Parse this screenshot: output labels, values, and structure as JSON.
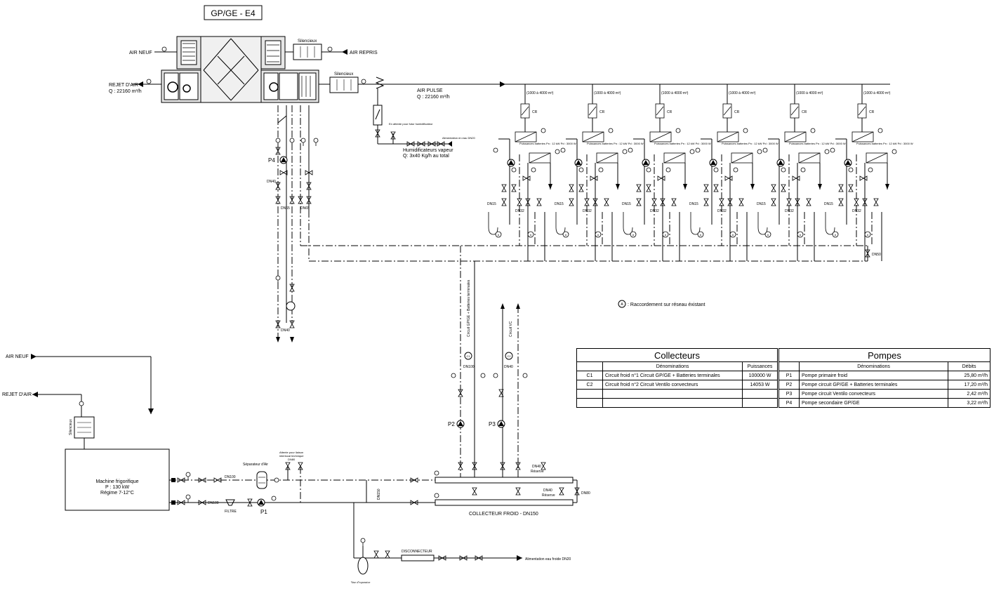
{
  "title": "GP/GE  - E4",
  "ahu": {
    "air_neuf": "AIR NEUF",
    "air_repris": "AIR REPRIS",
    "rejet": "REJET D'AIR",
    "rejet_q": "Q : 22160 m³/h",
    "silencieux": "Silencieux",
    "air_pulse": "AIR PULSE",
    "air_pulse_q": "Q : 22160 m³/h"
  },
  "humidifier": {
    "attente": "En attente pour futur humidificateur",
    "label": "Humidificateurs vapeur",
    "q": "Q: 3x40 Kg/h au total",
    "alimentation": "Alimentation en eau DN20"
  },
  "branch": {
    "flow": "(1000 à 4000 m³)",
    "cr": "CR",
    "puissance": "Puissances batteries Pn : 12 kW Pd : 3000 W",
    "dn15": "DN15",
    "dn32": "DN32",
    "a": "A"
  },
  "labels": {
    "dn40": "DN40",
    "dn50": "DN50",
    "dn65": "DN65",
    "dn100": "DN100",
    "dn80": "DN80",
    "dn150": "DN150",
    "dn20": "DN20",
    "circuit_gp": "Circuit GP/GE + Batteries terminales",
    "circuit_vc": "Circuit VC",
    "c1": "C1",
    "c2": "C2",
    "p1": "P1",
    "p2": "P2",
    "p3": "P3",
    "p4": "P4",
    "legend": ": Raccordement sur réseau éxistant",
    "air_neuf_2": "AIR NEUF",
    "rejet_2": "REJET D'AIR",
    "silencieux_v": "Silencieux",
    "machine_1": "Machine frigorifique",
    "machine_2": "P : 130 kW",
    "machine_3": "Régime 7-12°C",
    "separateur": "Séparateur d'Air",
    "attente_liaison_1": "Attente pour liaison",
    "attente_liaison_2": "interlocal technique",
    "filtre": "FILTRE",
    "reserve": "Réserve",
    "collecteur": "COLLECTEUR FROID - DN150",
    "disconnecteur": "DISCONNECTEUR",
    "alim_eau": "Alimentation eau froide DN20",
    "vase": "Vase d'expansion"
  },
  "collecteurs": {
    "heading": "Collecteurs",
    "col_denom": "Dénominations",
    "col_puiss": "Puissances",
    "rows": [
      {
        "id": "C1",
        "denom": "Circuit froid n°1 Circuit GP/GE + Batteries terminales",
        "val": "100000 W"
      },
      {
        "id": "C2",
        "denom": "Circuit froid n°2 Circuit Ventilo convecteurs",
        "val": "14053 W"
      },
      {
        "id": "",
        "denom": "",
        "val": ""
      },
      {
        "id": "",
        "denom": "",
        "val": ""
      }
    ]
  },
  "pompes": {
    "heading": "Pompes",
    "col_denom": "Dénominations",
    "col_debit": "Débits",
    "rows": [
      {
        "id": "P1",
        "denom": "Pompe primaire froid",
        "val": "25,80 m³/h"
      },
      {
        "id": "P2",
        "denom": "Pompe circuit GP/GE + Batteries terminales",
        "val": "17,20 m³/h"
      },
      {
        "id": "P3",
        "denom": "Pompe circuit Ventilo convecteurs",
        "val": "2,42 m³/h"
      },
      {
        "id": "P4",
        "denom": "Pompe secondaire GP/GE",
        "val": "3,22 m³/h"
      }
    ]
  }
}
